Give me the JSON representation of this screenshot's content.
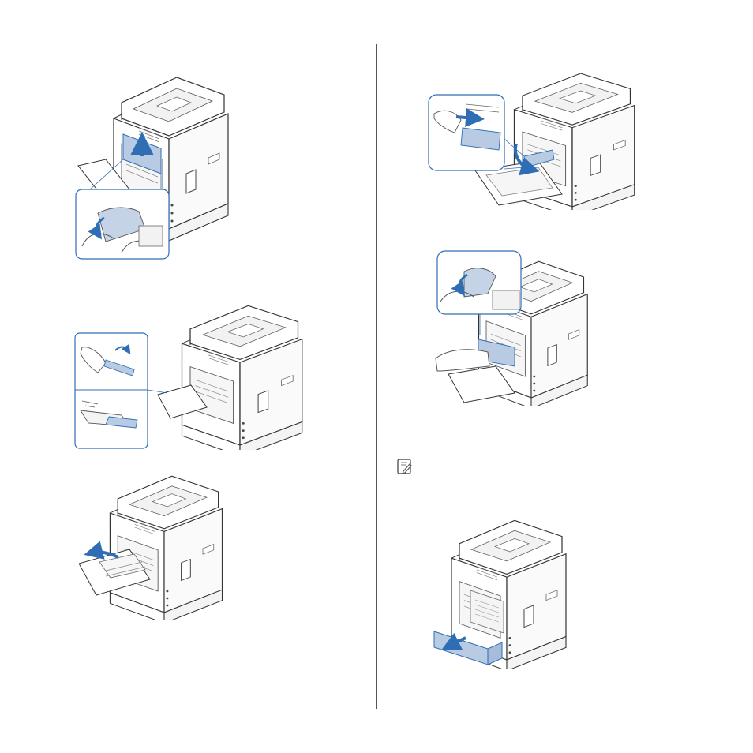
{
  "page": {
    "accent_color": "#2f6eb5",
    "note_icon": "note-pencil-icon"
  },
  "figures": [
    {
      "id": "fig-1",
      "icon": "printer-rear-jam-lift-illustration"
    },
    {
      "id": "fig-2",
      "icon": "printer-rear-lever-illustration"
    },
    {
      "id": "fig-3",
      "icon": "printer-rear-duplex-open-illustration"
    },
    {
      "id": "fig-4",
      "icon": "printer-fuser-cover-illustration"
    },
    {
      "id": "fig-5",
      "icon": "printer-pull-paper-illustration"
    },
    {
      "id": "fig-6",
      "icon": "printer-duplex-unit-remove-illustration"
    }
  ]
}
